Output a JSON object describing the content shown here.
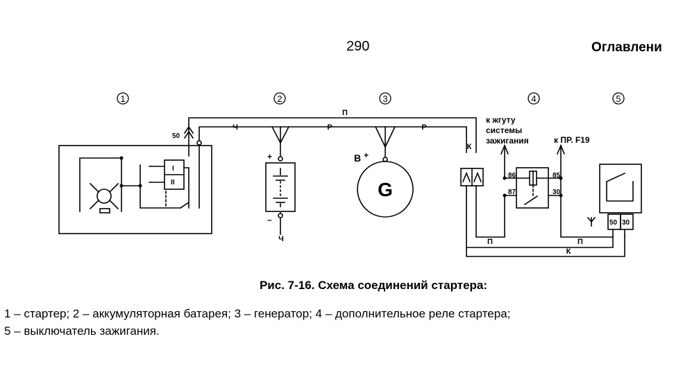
{
  "header": {
    "page_number": "290",
    "toc_link": "Оглавлени"
  },
  "diagram": {
    "components": [
      {
        "num": "1"
      },
      {
        "num": "2"
      },
      {
        "num": "3"
      },
      {
        "num": "4"
      },
      {
        "num": "5"
      }
    ],
    "wire_labels": {
      "top": "П",
      "starter_to_battery": "Ч",
      "battery_to_gen": "Р",
      "gen_to_fuse": "Р",
      "fuse_down": "К",
      "bottom_p_left": "П",
      "bottom_p_right": "П",
      "bottom_k": "К",
      "battery_neg": "Ч"
    },
    "terminals": {
      "starter_50": "50",
      "battery_plus": "+",
      "battery_minus": "–",
      "generator": "B",
      "generator_plus": "+",
      "generator_symbol": "G",
      "relay_86": "86",
      "relay_85": "85",
      "relay_87": "87",
      "relay_30": "30",
      "switch_50": "50",
      "switch_30": "30",
      "roman_1": "I",
      "roman_2": "II"
    },
    "notes": {
      "harness_line1": "к жгуту",
      "harness_line2": "системы",
      "harness_line3": "зажигания",
      "fuse_ref": "к ПР. F19"
    }
  },
  "caption": "Рис. 7-16. Схема соединений стартера:",
  "legend": [
    "1 – стартер; 2 – аккумуляторная батарея; 3 – генератор; 4 – дополнительное реле стартера;",
    "5 – выключатель зажигания."
  ]
}
